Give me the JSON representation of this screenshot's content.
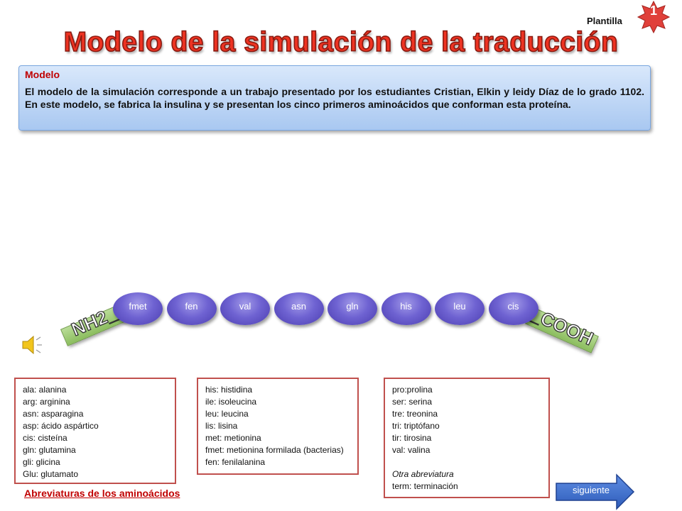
{
  "header": {
    "plantilla_label": "Plantilla",
    "badge_number": "1",
    "title": "Modelo de la simulación de la traducción"
  },
  "model": {
    "heading": "Modelo",
    "text": "El modelo de la simulación corresponde a un trabajo presentado por los estudiantes Cristian, Elkin y leidy Díaz de lo grado 1102. En este modelo, se fabrica la insulina y se presentan los cinco primeros aminoácidos que conforman esta proteína."
  },
  "chain": {
    "start_label": "NH2_",
    "end_label": "_COOH",
    "amino_acids": [
      "fmet",
      "fen",
      "val",
      "asn",
      "gln",
      "his",
      "leu",
      "cis"
    ]
  },
  "abbreviations": {
    "col1": [
      "ala: alanina",
      "arg: arginina",
      "asn: asparagina",
      "asp: ácido aspártico",
      "cis: cisteína",
      "gln: glutamina",
      "gli: glicina",
      "Glu: glutamato"
    ],
    "col2": [
      "his: histidina",
      "ile: isoleucina",
      "leu: leucina",
      "lis: lisina",
      "met: metionina",
      "fmet: metionina formilada (bacterias)",
      "fen: fenilalanina"
    ],
    "col3": [
      "pro:prolina",
      "ser: serina",
      "tre: treonina",
      "tri: triptófano",
      "tir: tirosina",
      "val: valina"
    ],
    "other_heading": "Otra abreviatura",
    "other_item": "term: terminación",
    "section_title": "Abreviaturas de los aminoácidos"
  },
  "navigation": {
    "next_label": "siguiente"
  },
  "colors": {
    "title_red": "#ee3322",
    "bead_purple": "#6f63d2",
    "arm_green": "#8bbd5e",
    "box_border": "#c0504d"
  },
  "icons": [
    "star-badge-icon",
    "speaker-icon",
    "arrow-right-icon"
  ]
}
